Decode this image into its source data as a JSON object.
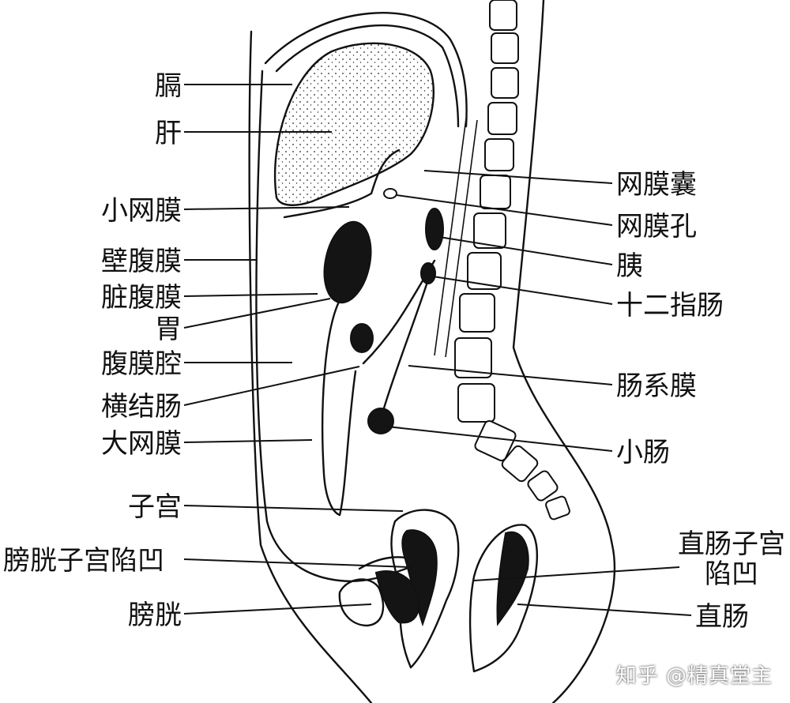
{
  "labels_left": [
    "膈",
    "肝",
    "小网膜",
    "壁腹膜",
    "脏腹膜",
    "胃",
    "腹膜腔",
    "横结肠",
    "大网膜",
    "子宫",
    "膀胱子宫陷凹",
    "膀胱"
  ],
  "labels_right": [
    "网膜囊",
    "网膜孔",
    "胰",
    "十二指肠",
    "肠系膜",
    "小肠",
    "直肠子宫\n陷凹",
    "直肠"
  ],
  "watermark": "知乎 @精真堂主",
  "colors": {
    "line": "#111111",
    "background": "#ffffff"
  }
}
